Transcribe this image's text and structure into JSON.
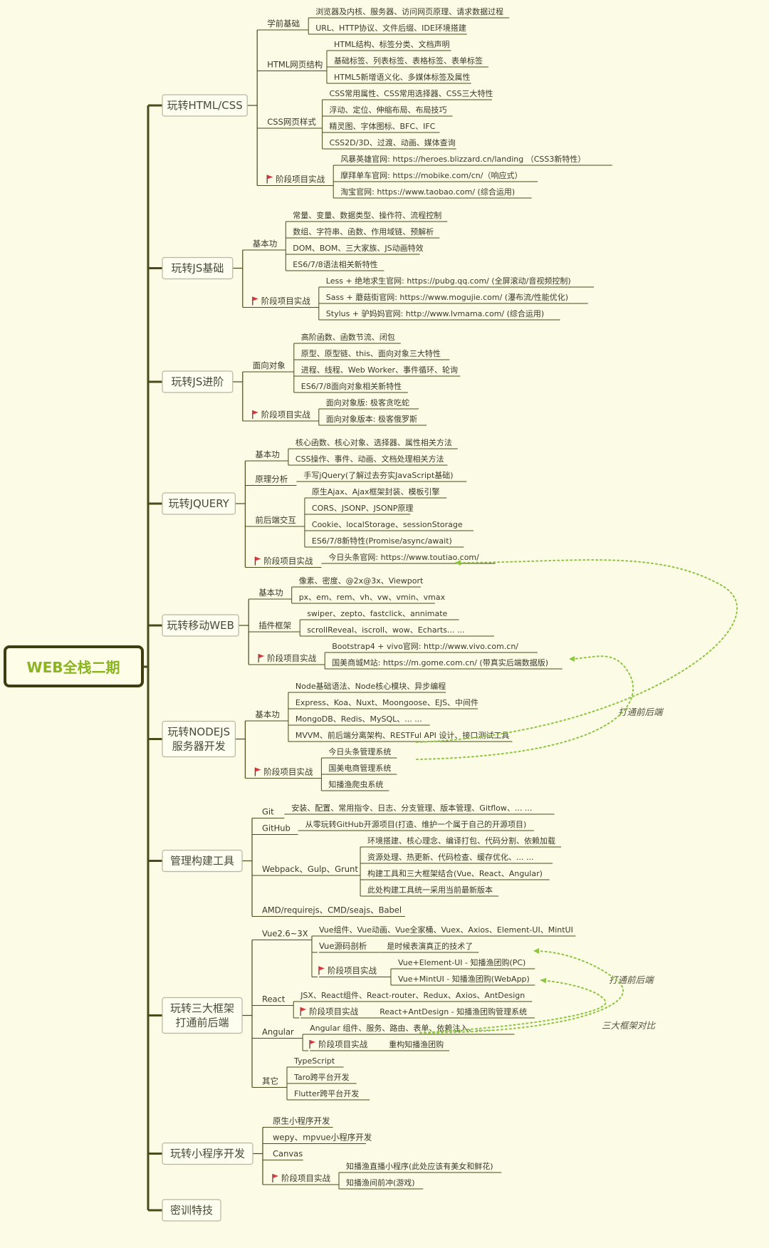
{
  "root": "WEB全栈二期",
  "branches": [
    {
      "label": [
        "玩转HTML/CSS"
      ],
      "groups": [
        {
          "label": "学前基础",
          "items": [
            "浏览器及内核、服务器、访问网页原理、请求数据过程",
            "URL、HTTP协议、文件后缀、IDE环境搭建"
          ]
        },
        {
          "label": "HTML网页结构",
          "items": [
            "HTML结构、标签分类、文档声明",
            "基础标签、列表标签、表格标签、表单标签",
            "HTML5新增语义化、多媒体标签及属性"
          ]
        },
        {
          "label": "CSS网页样式",
          "items": [
            "CSS常用属性、CSS常用选择器、CSS三大特性",
            "浮动、定位、伸缩布局、布局技巧",
            "精灵图、字体图标、BFC、IFC",
            "CSS2D/3D、过渡、动画、媒体查询"
          ]
        },
        {
          "label": "阶段项目实战",
          "flag": true,
          "items": [
            "风暴英雄官网: https://heroes.blizzard.cn/landing （CSS3新特性）",
            "摩拜单车官网: https://mobike.com/cn/（响应式）",
            "淘宝官网: https://www.taobao.com/ (综合运用)"
          ]
        }
      ]
    },
    {
      "label": [
        "玩转JS基础"
      ],
      "groups": [
        {
          "label": "基本功",
          "items": [
            "常量、变量、数据类型、操作符、流程控制",
            "数组、字符串、函数、作用域链、预解析",
            "DOM、BOM、三大家族、JS动画特效",
            "ES6/7/8语法相关新特性"
          ]
        },
        {
          "label": "阶段项目实战",
          "flag": true,
          "items": [
            "Less + 绝地求生官网: https://pubg.qq.com/ (全屏滚动/音视频控制)",
            "Sass + 蘑菇街官网: https://www.mogujie.com/ (瀑布流/性能优化)",
            "Stylus + 驴妈妈官网: http://www.lvmama.com/ (综合运用)"
          ]
        }
      ]
    },
    {
      "label": [
        "玩转JS进阶"
      ],
      "groups": [
        {
          "label": "面向对象",
          "items": [
            "高阶函数、函数节流、闭包",
            "原型、原型链、this、面向对象三大特性",
            "进程、线程、Web Worker、事件循环、轮询",
            "ES6/7/8面向对象相关新特性"
          ]
        },
        {
          "label": "阶段项目实战",
          "flag": true,
          "items": [
            "面向对象版: 极客贪吃蛇",
            "面向对象版本: 极客俄罗斯"
          ]
        }
      ]
    },
    {
      "label": [
        "玩转JQUERY"
      ],
      "groups": [
        {
          "label": "基本功",
          "items": [
            "核心函数、核心对象、选择器、属性相关方法",
            "CSS操作、事件、动画、文档处理相关方法"
          ]
        },
        {
          "label": "原理分析",
          "items": [
            "手写jQuery(了解过去夯实JavaScript基础)"
          ]
        },
        {
          "label": "前后端交互",
          "items": [
            "原生Ajax、Ajax框架封装、模板引擎",
            "CORS、JSONP、JSONP原理",
            "Cookie、localStorage、sessionStorage",
            "ES6/7/8新特性(Promise/async/await)"
          ]
        },
        {
          "label": "阶段项目实战",
          "flag": true,
          "items": [
            "今日头条官网: https://www.toutiao.com/"
          ]
        }
      ]
    },
    {
      "label": [
        "玩转移动WEB"
      ],
      "groups": [
        {
          "label": "基本功",
          "items": [
            "像素、密度、@2x@3x、Viewport",
            "px、em、rem、vh、vw、vmin、vmax"
          ]
        },
        {
          "label": "插件框架",
          "items": [
            "swiper、zepto、fastclick、annimate",
            "scrollReveal、iscroll、wow、Echarts... ..."
          ]
        },
        {
          "label": "阶段项目实战",
          "flag": true,
          "items": [
            "Bootstrap4 + vivo官网: http://www.vivo.com.cn/",
            "国美商城M站: https://m.gome.com.cn/ (带真实后端数据版)"
          ]
        }
      ]
    },
    {
      "label": [
        "玩转NODEJS",
        "服务器开发"
      ],
      "groups": [
        {
          "label": "基本功",
          "items": [
            "Node基础语法、Node核心模块、异步编程",
            "Express、Koa、Nuxt、Moongoose、EJS、中间件",
            "MongoDB、Redis、MySQL、... ...",
            "MVVM、前后端分离架构、RESTFul API 设计、接口测试工具"
          ]
        },
        {
          "label": "阶段项目实战",
          "flag": true,
          "items": [
            "今日头条管理系统",
            "国美电商管理系统",
            "知播渔爬虫系统"
          ]
        }
      ]
    },
    {
      "label": [
        "管理构建工具"
      ],
      "groups": [
        {
          "label": "Git",
          "items": [
            "安装、配置、常用指令、日志、分支管理、版本管理、Gitflow、... ..."
          ]
        },
        {
          "label": "GitHub",
          "items": [
            "从零玩转GitHub开源项目(打造、维护一个属于自己的开源项目)"
          ]
        },
        {
          "label": "Webpack、Gulp、Grunt",
          "items": [
            "环境搭建、核心理念、编译打包、代码分割、依赖加载",
            "资源处理、热更新、代码检查、缓存优化、... ...",
            "构建工具和三大框架结合(Vue、React、Angular)",
            "此处构建工具统一采用当前最新版本"
          ]
        },
        {
          "label": "AMD/requirejs、CMD/seajs、Babel",
          "items": []
        }
      ]
    },
    {
      "label": [
        "玩转三大框架",
        "打通前后端"
      ],
      "groups": [
        {
          "label": "Vue2.6~3X",
          "items": [
            "Vue组件、Vue动画、Vue全家桶、Vuex、Axios、Element-UI、MintUI"
          ],
          "subs": [
            {
              "label": "Vue源码剖析",
              "items": [
                "是时候表演真正的技术了"
              ]
            },
            {
              "label": "阶段项目实战",
              "flag": true,
              "items": [
                "Vue+Element-UI - 知播渔团购(PC)",
                "Vue+MintUI - 知播渔团购(WebApp)"
              ]
            }
          ]
        },
        {
          "label": "React",
          "items": [
            "JSX、React组件、React-router、Redux、Axios、AntDesign"
          ],
          "subs": [
            {
              "label": "阶段项目实战",
              "flag": true,
              "items": [
                "React+AntDesign - 知播渔团购管理系统"
              ]
            }
          ]
        },
        {
          "label": "Angular",
          "items": [
            "Angular 组件、服务、路由、表单、依赖注入、... ..."
          ],
          "subs": [
            {
              "label": "阶段项目实战",
              "flag": true,
              "items": [
                "重构知播渔团购"
              ]
            }
          ]
        },
        {
          "label": "其它",
          "items": [
            "TypeScript",
            "Taro跨平台开发",
            "Flutter跨平台开发"
          ]
        }
      ]
    },
    {
      "label": [
        "玩转小程序开发"
      ],
      "groups": [
        {
          "label": "原生小程序开发",
          "items": []
        },
        {
          "label": "wepy、mpvue小程序开发",
          "items": []
        },
        {
          "label": "Canvas",
          "items": []
        },
        {
          "label": "阶段项目实战",
          "flag": true,
          "items": [
            "知播渔直播小程序(此处应该有美女和鲜花)",
            "知播渔间前冲(游戏)"
          ]
        }
      ]
    },
    {
      "label": [
        "密训特技"
      ],
      "groups": []
    }
  ],
  "annotations": [
    "打通前后端",
    "打通前后端",
    "三大框架对比"
  ],
  "colors": {
    "line": "#4a4a1a",
    "root_border": "#3d3d10",
    "root_text": "#8ab51e",
    "accent": "#8cc63f",
    "flag": "#d9363e"
  }
}
